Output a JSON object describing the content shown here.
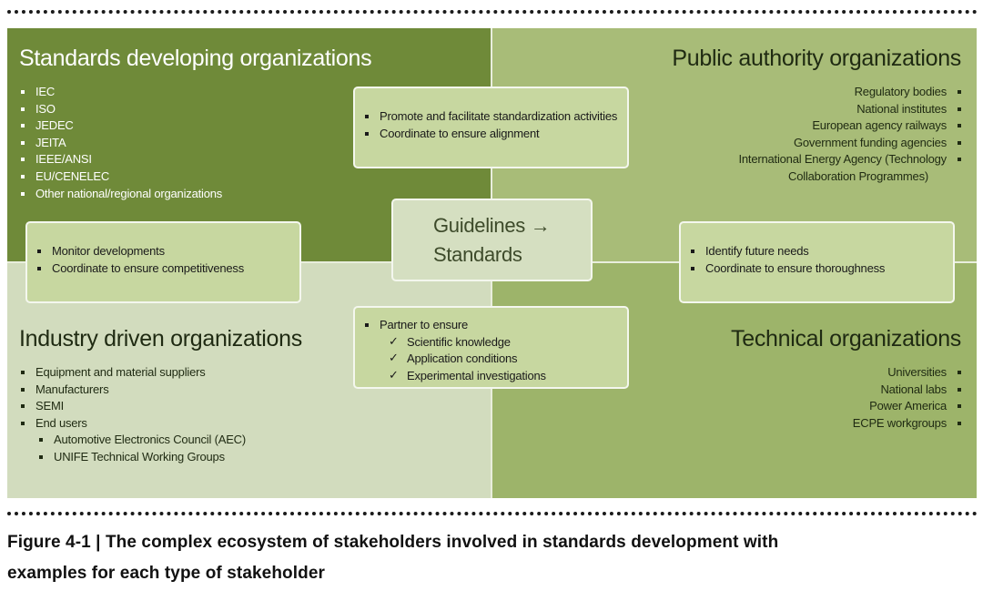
{
  "quadrants": {
    "top_left": {
      "title": "Standards developing organizations",
      "items": [
        "IEC",
        "ISO",
        "JEDEC",
        "JEITA",
        "IEEE/ANSI",
        "EU/CENELEC",
        "Other national/regional organizations"
      ]
    },
    "top_right": {
      "title": "Public authority organizations",
      "items": [
        "Regulatory bodies",
        "National institutes",
        "European agency railways",
        "Government funding agencies",
        "International Energy Agency (Technology"
      ],
      "item_continuation": "Collaboration Programmes)"
    },
    "bottom_left": {
      "title": "Industry driven organizations",
      "items": [
        "Equipment and material suppliers",
        "Manufacturers",
        "SEMI",
        "End users"
      ],
      "sub_items": [
        "Automotive Electronics Council (AEC)",
        "UNIFE Technical Working Groups"
      ]
    },
    "bottom_right": {
      "title": "Technical organizations",
      "items": [
        "Universities",
        "National labs",
        "Power America",
        "ECPE workgroups"
      ]
    }
  },
  "boxes": {
    "top": [
      "Promote and facilitate standardization activities",
      "Coordinate to ensure alignment"
    ],
    "left": [
      "Monitor developments",
      "Coordinate to ensure competitiveness"
    ],
    "right": [
      "Identify future needs",
      "Coordinate to ensure thoroughness"
    ],
    "bottom": {
      "lead": "Partner to ensure",
      "checks": [
        "Scientific knowledge",
        "Application conditions",
        "Experimental investigations"
      ]
    }
  },
  "center": {
    "line1": "Guidelines →",
    "line2": "Standards"
  },
  "caption": {
    "line1": "Figure 4-1 | The complex ecosystem of stakeholders involved in standards development with",
    "line2": "examples for each type of stakeholder"
  },
  "colors": {
    "top_left": "#6f8a39",
    "top_right": "#a8bc78",
    "bottom_left": "#d2dcbe",
    "bottom_right": "#9db46a",
    "box": "#c7d7a0",
    "center_box": "#d5dfc1"
  }
}
